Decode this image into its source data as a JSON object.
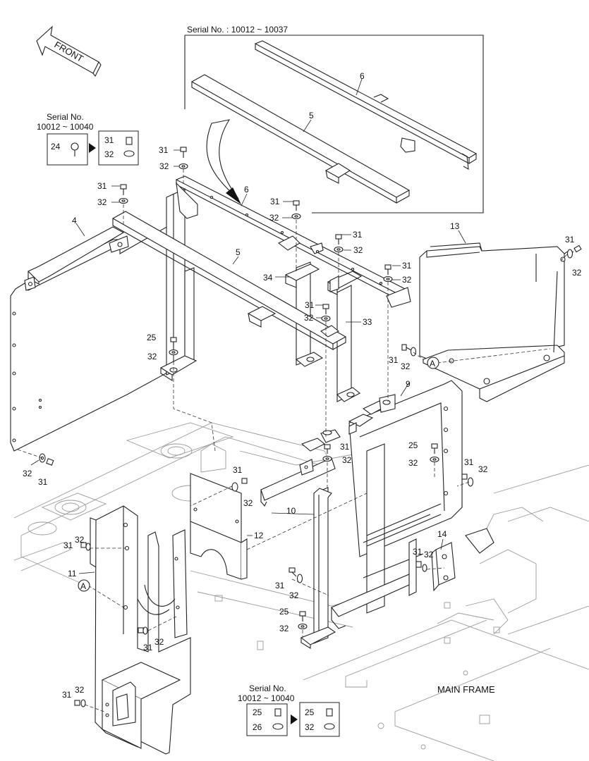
{
  "front_label": "FRONT",
  "frame_label": "MAIN FRAME",
  "inset_serial": "Serial No. : 10012 ~ 10037",
  "serial_box_left": {
    "line1": "Serial No.",
    "line2": "10012 ~ 10040",
    "from": "24",
    "to_a": "31",
    "to_b": "32"
  },
  "serial_box_bottom": {
    "line1": "Serial No.",
    "line2": "10012 ~ 10040",
    "from_a": "25",
    "from_b": "26",
    "to_a": "25",
    "to_b": "32"
  },
  "callouts": [
    {
      "id": "c-6-inset",
      "text": "6"
    },
    {
      "id": "c-5-inset",
      "text": "5"
    },
    {
      "id": "c-31-a",
      "text": "31"
    },
    {
      "id": "c-32-a",
      "text": "32"
    },
    {
      "id": "c-31-b",
      "text": "31"
    },
    {
      "id": "c-32-b",
      "text": "32"
    },
    {
      "id": "c-6",
      "text": "6"
    },
    {
      "id": "c-4",
      "text": "4"
    },
    {
      "id": "c-5",
      "text": "5"
    },
    {
      "id": "c-31-c",
      "text": "31"
    },
    {
      "id": "c-32-c",
      "text": "32"
    },
    {
      "id": "c-31-d",
      "text": "31"
    },
    {
      "id": "c-32-d",
      "text": "32"
    },
    {
      "id": "c-34",
      "text": "34"
    },
    {
      "id": "c-31-e",
      "text": "31"
    },
    {
      "id": "c-32-e",
      "text": "32"
    },
    {
      "id": "c-31-f",
      "text": "31"
    },
    {
      "id": "c-32-f",
      "text": "32"
    },
    {
      "id": "c-33",
      "text": "33"
    },
    {
      "id": "c-13",
      "text": "13"
    },
    {
      "id": "c-31-g",
      "text": "31"
    },
    {
      "id": "c-32-g",
      "text": "32"
    },
    {
      "id": "c-25-a",
      "text": "25"
    },
    {
      "id": "c-32-h",
      "text": "32"
    },
    {
      "id": "c-31-h",
      "text": "31"
    },
    {
      "id": "c-32-i",
      "text": "32"
    },
    {
      "id": "c-9",
      "text": "9"
    },
    {
      "id": "c-25-b",
      "text": "25"
    },
    {
      "id": "c-32-j",
      "text": "32"
    },
    {
      "id": "c-31-i",
      "text": "31"
    },
    {
      "id": "c-32-k",
      "text": "32"
    },
    {
      "id": "c-32-l",
      "text": "32"
    },
    {
      "id": "c-31-j",
      "text": "31"
    },
    {
      "id": "c-31-k",
      "text": "31"
    },
    {
      "id": "c-32-m",
      "text": "32"
    },
    {
      "id": "c-31-l",
      "text": "31"
    },
    {
      "id": "c-32-n",
      "text": "32"
    },
    {
      "id": "c-12",
      "text": "12"
    },
    {
      "id": "c-10",
      "text": "10"
    },
    {
      "id": "c-31-m",
      "text": "31"
    },
    {
      "id": "c-32-o",
      "text": "32"
    },
    {
      "id": "c-11",
      "text": "11"
    },
    {
      "id": "c-14",
      "text": "14"
    },
    {
      "id": "c-31-n",
      "text": "31"
    },
    {
      "id": "c-32-p",
      "text": "32"
    },
    {
      "id": "c-31-o",
      "text": "31"
    },
    {
      "id": "c-32-q",
      "text": "32"
    },
    {
      "id": "c-25-c",
      "text": "25"
    },
    {
      "id": "c-32-r",
      "text": "32"
    },
    {
      "id": "c-31-p",
      "text": "31"
    },
    {
      "id": "c-32-s",
      "text": "32"
    },
    {
      "id": "c-31-q",
      "text": "31"
    },
    {
      "id": "c-32-t",
      "text": "32"
    }
  ],
  "ref_markers": [
    {
      "id": "ref-a-1",
      "text": "A"
    },
    {
      "id": "ref-a-2",
      "text": "A"
    }
  ]
}
